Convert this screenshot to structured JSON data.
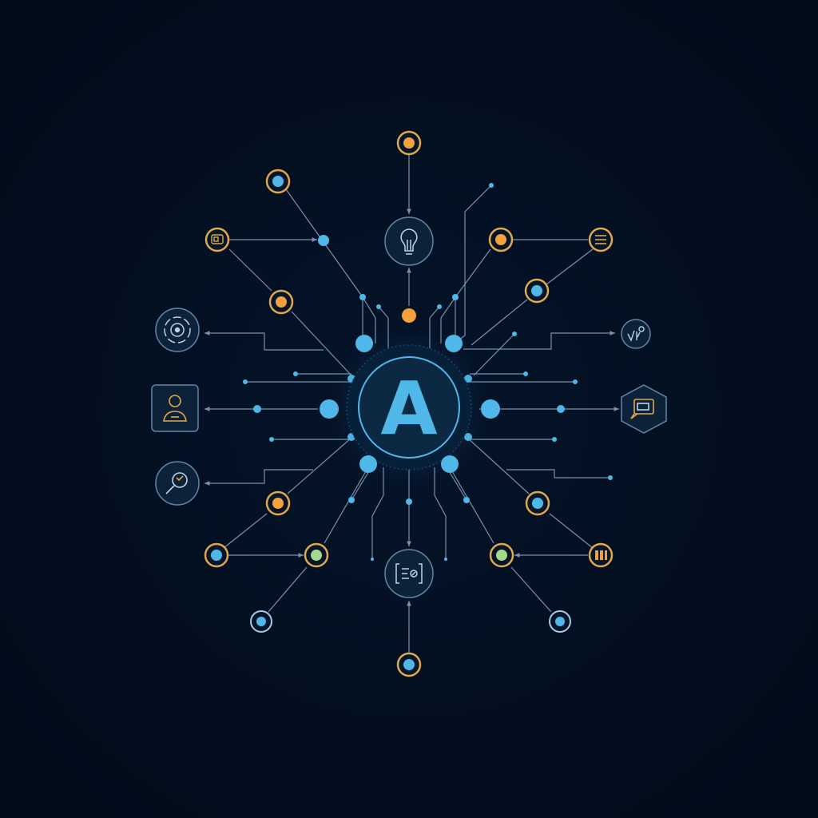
{
  "hub": {
    "letter": "A",
    "icon": "letter-a-hub"
  },
  "colors": {
    "background": "#031022",
    "line": "#8fa8c4",
    "blue": "#4fb8e8",
    "orange": "#f4a13b",
    "green": "#a6d98a",
    "ring_gold": "#e0a84a",
    "ring_pale": "#a9c8e2",
    "panel_fill": "#0d2238",
    "panel_stroke": "#5f86a8"
  },
  "nodes": [
    {
      "id": "top-orange",
      "ring": "gold",
      "dot": "orange"
    },
    {
      "id": "top-left-blue",
      "ring": "gold",
      "dot": "blue"
    },
    {
      "id": "left-upper-icon",
      "ring": "gold",
      "icon": "card-icon"
    },
    {
      "id": "left-upper-orange",
      "ring": "gold",
      "dot": "orange"
    },
    {
      "id": "right-upper-orange",
      "ring": "gold",
      "dot": "orange"
    },
    {
      "id": "right-upper-icon",
      "ring": "gold",
      "icon": "list-icon"
    },
    {
      "id": "right-upper-blue",
      "ring": "gold",
      "dot": "blue"
    },
    {
      "id": "left-lower-orange",
      "ring": "gold",
      "dot": "orange"
    },
    {
      "id": "left-lower-blue",
      "ring": "gold",
      "dot": "blue"
    },
    {
      "id": "left-lower-green",
      "ring": "gold",
      "dot": "green"
    },
    {
      "id": "left-bottom-blue",
      "ring": "pale",
      "dot": "blue"
    },
    {
      "id": "right-lower-blue",
      "ring": "gold",
      "dot": "blue"
    },
    {
      "id": "right-lower-green",
      "ring": "gold",
      "dot": "green"
    },
    {
      "id": "right-lower-icon",
      "ring": "gold",
      "icon": "bars-icon"
    },
    {
      "id": "right-bottom-blue",
      "ring": "pale",
      "dot": "blue"
    },
    {
      "id": "bottom-blue",
      "ring": "gold",
      "dot": "blue"
    }
  ],
  "icons": {
    "top": "lightbulb-icon",
    "bottom": "code-brackets-icon",
    "left_1": "target-icon",
    "left_2": "person-icon",
    "left_3": "magnifier-icon",
    "right_1": "graph-arrows-icon",
    "right_2": "chat-hexagon-icon"
  }
}
